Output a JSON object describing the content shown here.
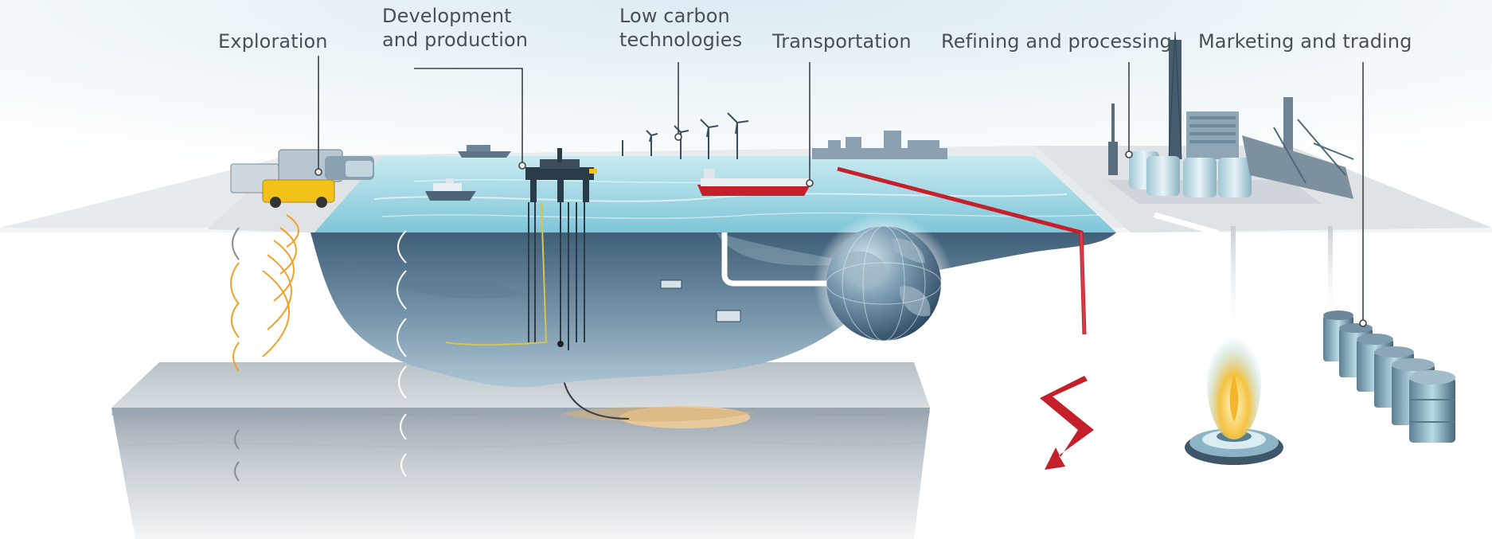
{
  "labels": {
    "exploration": "Exploration",
    "development_line1": "Development",
    "development_line2": "and production",
    "low_carbon_line1": "Low carbon",
    "low_carbon_line2": "technologies",
    "transportation": "Transportation",
    "refining": "Refining and processing",
    "marketing": "Marketing and trading"
  },
  "colors": {
    "sea_surface": "#a9dbe6",
    "sea_deep": "#4f6f85",
    "ground": "#e6e8ea",
    "pipeline_red": "#c4202a",
    "exploration_waves": "#f2a028",
    "label_text": "#4a4f55"
  },
  "icons": [
    "seismic-truck-icon",
    "survey-vessel-icon",
    "oil-platform-icon",
    "wind-turbine-icon",
    "tanker-ship-icon",
    "globe-icon",
    "refinery-icon",
    "gas-flame-burner-icon",
    "oil-barrel-icon",
    "electricity-bolt-icon"
  ]
}
